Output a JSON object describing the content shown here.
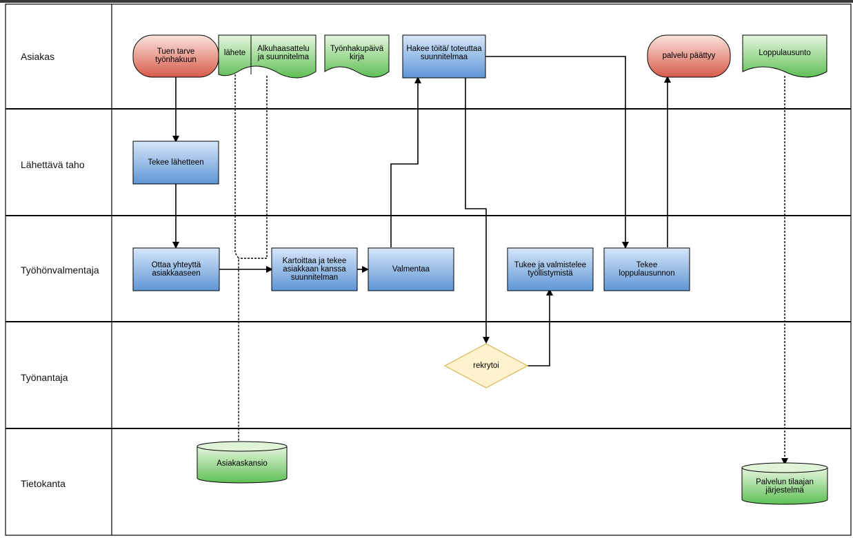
{
  "lanes": [
    "Asiakas",
    "Lähettävä taho",
    "Työhönvalmentaja",
    "Työnantaja",
    "Tietokanta"
  ],
  "nodes": {
    "tuen_tarve": "Tuen tarve\ntyönhakuun",
    "lahete": "lähete",
    "alkuhaasattelu": "Alkuhaasattelu\nja suunnitelma",
    "tyonhakupaivakirja": "Työnhakupäivä\nkirja",
    "hakee_toita": "Hakee töitä/ toteuttaa\nsuunnitelmaa",
    "palvelu_paattyy": "palvelu päättyy",
    "loppulausunto_doc": "Loppulausunto",
    "tekee_lahetteen": "Tekee lähetteen",
    "ottaa_yhteytta": "Ottaa yhteyttä\nasiakkaaseen",
    "kartoittaa": "Kartoittaa ja tekee\nasiakkaan kanssa\nsuunnitelman",
    "valmentaa": "Valmentaa",
    "tukee": "Tukee ja valmistelee\ntyöllistymistä",
    "tekee_loppulausunnon": "Tekee\nloppulausunnon",
    "rekrytoi": "rekrytoi",
    "asiakaskansio": "Asiakaskansio",
    "palvelun_tilaajan": "Palvelun tilaajan\njärjestelmä"
  },
  "colors": {
    "process_top": "#d6e6f8",
    "process_bottom": "#5f96d6",
    "terminal_top": "#fbe3dc",
    "terminal_bottom": "#d75b4a",
    "document_top": "#e6f6df",
    "document_bottom": "#5fbf55",
    "decision": "#fff2cc",
    "decision_stroke": "#d6b656"
  }
}
